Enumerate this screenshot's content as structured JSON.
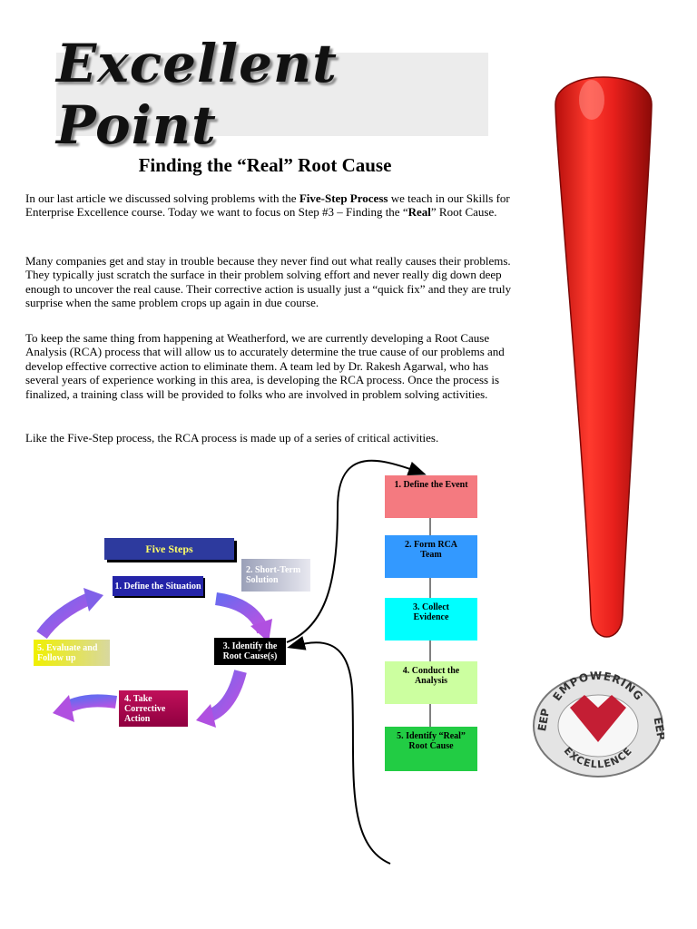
{
  "banner_text": "Excellent Point",
  "title": "Finding the “Real” Root Cause",
  "paragraphs": {
    "p1": {
      "a": "In our last article we discussed solving problems with the ",
      "b": "Five-Step Process",
      "c": " we teach in our Skills for Enterprise Excellence course. Today we want to focus on Step #3 – Finding the “",
      "d": "Real",
      "e": "” Root Cause."
    },
    "p2": "Many companies get and stay in trouble because they never find out what really causes their problems. They typically just scratch the surface in their problem solving effort and never really dig down deep enough to uncover the real cause. Their corrective action is usually just a “quick fix” and they are truly surprise when the same problem crops up again in due course.",
    "p3": "To keep the same thing from happening at Weatherford, we are currently developing a Root Cause Analysis (RCA) process that will allow us to accurately determine the true cause of our problems and develop effective corrective action to eliminate them. A team led by Dr. Rakesh Agarwal, who has several years of experience working in this area, is developing the RCA process. Once the process is finalized, a training class will be provided to folks who are involved in problem solving activities.",
    "p4": "Like the Five-Step process, the RCA process is made up of a series of critical activities."
  },
  "five_steps": {
    "title": "Five Steps",
    "s1": "1. Define the Situation",
    "s2": "2. Short-Term Solution",
    "s3": "3. Identify the Root Cause(s)",
    "s4": "4. Take Corrective Action",
    "s5": "5. Evaluate and Follow up"
  },
  "rca_steps": [
    {
      "label": "1. Define the Event",
      "color": "#f47a80"
    },
    {
      "label": "2. Form RCA Team",
      "color": "#3399ff"
    },
    {
      "label": "3. Collect Evidence",
      "color": "#00ffff"
    },
    {
      "label": "4. Conduct the Analysis",
      "color": "#ccffa0"
    },
    {
      "label": "5. Identify “Real” Root Cause",
      "color": "#22cc44"
    }
  ],
  "logo": {
    "top_text": "EMPOWERING",
    "bottom_text": "EXCELLENCE",
    "left_text": "EEP",
    "right_text": "EEP"
  },
  "colors": {
    "exclamation_red": "#e8201c",
    "arrow_purple": "#a050e8",
    "step1_blue": "#2424a8",
    "step4_magenta": "#c0105a",
    "step5_yellow": "#f0f000",
    "heart_red": "#c41e34"
  }
}
